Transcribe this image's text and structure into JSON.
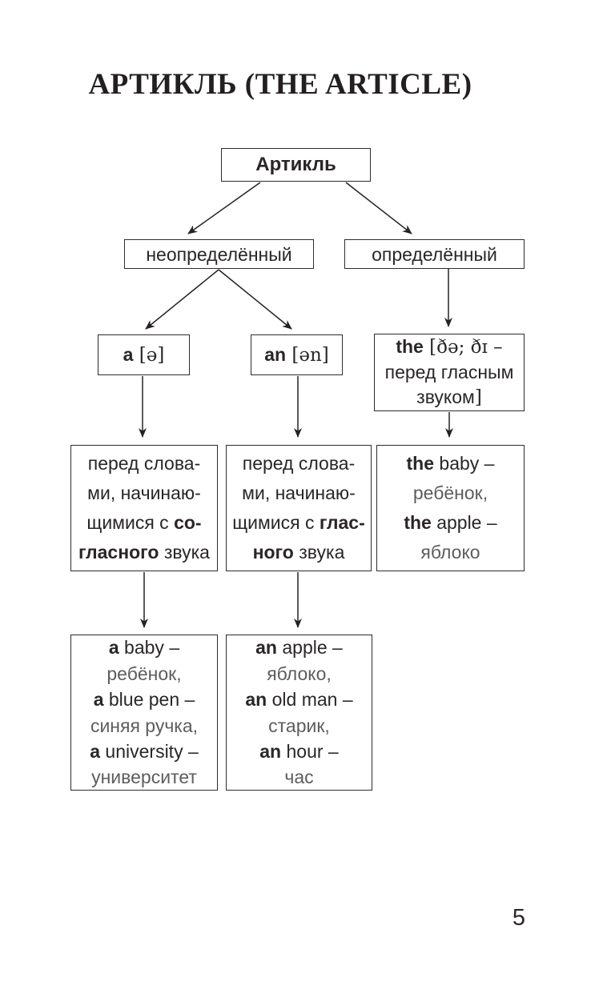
{
  "page": {
    "title": "АРТИКЛЬ (THE ARTICLE)",
    "page_number": "5"
  },
  "tree": {
    "root": "Артикль",
    "indefinite": "неопределённый",
    "definite": "определённый",
    "a": {
      "article": "a",
      "ipa": " [ə]"
    },
    "an": {
      "article": "an",
      "ipa": " [ən]"
    },
    "the": {
      "article": "the",
      "ipa": " [ðə; ðɪ –",
      "line2": "перед гласным",
      "line3": "звуком",
      "line3_bracket": "]"
    },
    "rule_consonant": {
      "l1": "перед слова-",
      "l2": "ми, начинаю-",
      "l3": "щимися с ",
      "l3b": "со-",
      "l4b": "гласного",
      "l4": " звука"
    },
    "rule_vowel": {
      "l1": "перед слова-",
      "l2": "ми, начинаю-",
      "l3": "щимися с ",
      "l3b": "глас-",
      "l4b": "ного",
      "l4": " звука"
    },
    "the_examples": [
      {
        "bold": "the",
        "rest": " baby –",
        "ru": "ребёнок,"
      },
      {
        "bold": "the",
        "rest": " apple –",
        "ru": "яблоко"
      }
    ],
    "a_examples": [
      {
        "bold": "a",
        "rest": " baby –",
        "ru": "ребёнок,"
      },
      {
        "bold": "a",
        "rest": " blue pen –",
        "ru": "синяя ручка,"
      },
      {
        "bold": "a",
        "rest": " university –",
        "ru": "университет"
      }
    ],
    "an_examples": [
      {
        "bold": "an",
        "rest": " apple –",
        "ru": "яблоко,"
      },
      {
        "bold": "an",
        "rest": " old man –",
        "ru": "старик,"
      },
      {
        "bold": "an",
        "rest": " hour –",
        "ru": "час"
      }
    ]
  }
}
